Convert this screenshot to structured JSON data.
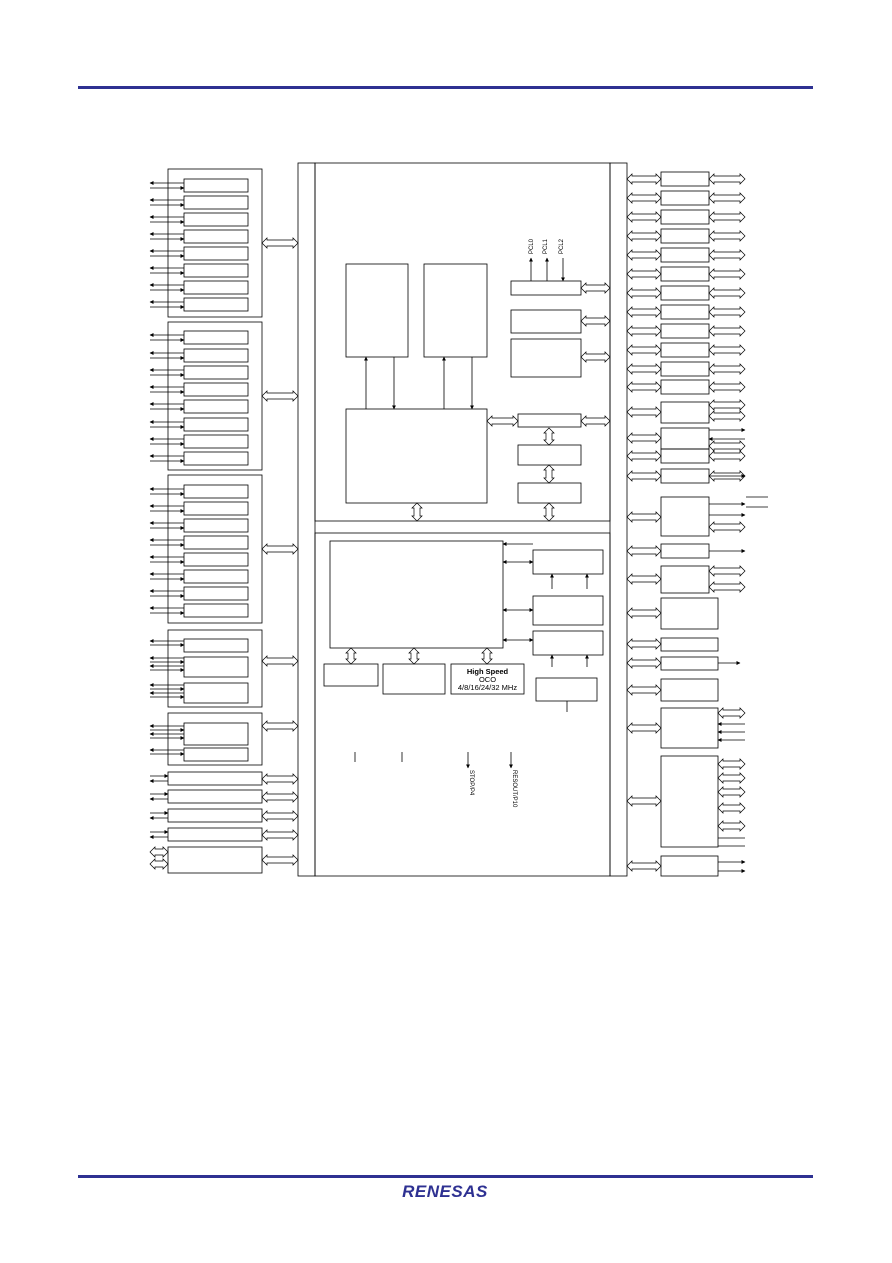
{
  "colors": {
    "rule": "#2e3192",
    "logo": "#2e3192",
    "stroke": "#000000",
    "background": "#ffffff"
  },
  "logo": {
    "text": "RENESAS"
  },
  "diagram": {
    "pin_labels_top": [
      "PCL0",
      "PCL1",
      "PCL2"
    ],
    "pin_labels_bottom": [
      "STOP/P4",
      "RESOUT/P10"
    ],
    "osc_block": {
      "line1": "High Speed",
      "line2": "OCO",
      "line3": "4/8/16/24/32 MHz"
    }
  }
}
